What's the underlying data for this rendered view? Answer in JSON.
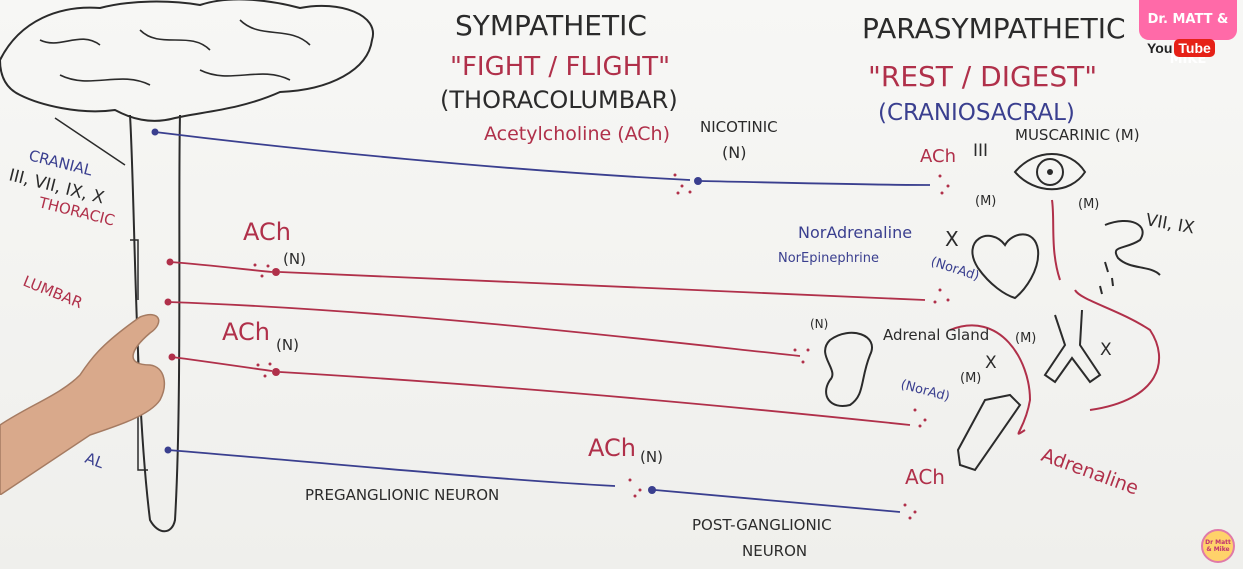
{
  "sympathetic": {
    "title": "SYMPATHETIC",
    "subtitle": "\"FIGHT / FLIGHT\"",
    "region": "(THORACOLUMBAR)"
  },
  "parasympathetic": {
    "title": "PARASYMPATHETIC",
    "subtitle": "\"REST / DIGEST\"",
    "region": "(CRANIOSACRAL)"
  },
  "spinal_labels": {
    "cranial": "CRANIAL",
    "cranial_nerves": "III, VII, IX, X",
    "thoracic": "THORACIC",
    "lumbar": "LUMBAR",
    "sacral_fragment": "AL"
  },
  "receptors": {
    "acetylcholine": "Acetylcholine (ACh)",
    "nicotinic": "NICOTINIC",
    "nicotinic_short": "(N)",
    "muscarinic": "MUSCARINIC (M)",
    "muscarinic_short": "(M)",
    "noradrenaline": "NorAdrenaline",
    "norepinephrine": "NorEpinephrine",
    "norad_short": "(NorAd)"
  },
  "synapse_labels": {
    "ach": "ACh",
    "ach_n": "(N)"
  },
  "cranial_nerve_marks": {
    "eye": "III",
    "salivary": "VII, IX",
    "heart": "X",
    "lung": "X",
    "gut": "X"
  },
  "organs": {
    "adrenal_gland": "Adrenal Gland",
    "adrenaline": "Adrenaline"
  },
  "neurons": {
    "preganglionic": "PREGANGLIONIC NEURON",
    "postganglionic_line1": "POST-GANGLIONIC",
    "postganglionic_line2": "NEURON"
  },
  "branding": {
    "logo_top": "Dr. MATT & MIKE",
    "logo_you": "You",
    "logo_tube": "Tube",
    "corner_badge": "Dr Matt & Mike"
  },
  "colors": {
    "ink_black": "#2b2b2b",
    "ink_red": "#b0304a",
    "ink_blue": "#3a3f8f",
    "board": "#f4f4f2"
  }
}
